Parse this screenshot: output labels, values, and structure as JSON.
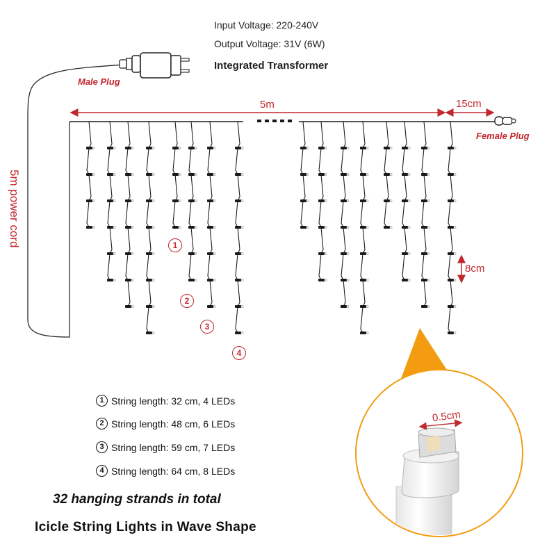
{
  "specs": {
    "input_voltage": "Input Voltage: 220-240V",
    "output_voltage": "Output Voltage: 31V (6W)",
    "transformer": "Integrated Transformer"
  },
  "labels": {
    "male_plug": "Male Plug",
    "female_plug": "Female Plug",
    "length_main": "5m",
    "length_tail": "15cm",
    "power_cord": "5m power cord",
    "led_spacing": "8cm",
    "led_diameter": "0.5cm"
  },
  "strings": [
    {
      "marker": "1",
      "text": "String length: 32 cm, 4 LEDs"
    },
    {
      "marker": "2",
      "text": "String length: 48 cm, 6 LEDs"
    },
    {
      "marker": "3",
      "text": "String length: 59 cm, 7 LEDs"
    },
    {
      "marker": "4",
      "text": "String length: 64 cm, 8 LEDs"
    }
  ],
  "footer": {
    "strands_total": "32 hanging strands in total",
    "product_title": "Icicle String Lights in Wave Shape"
  },
  "colors": {
    "accent_red": "#c1272d",
    "wire": "#1a1a1a",
    "orange": "#f39c12"
  }
}
